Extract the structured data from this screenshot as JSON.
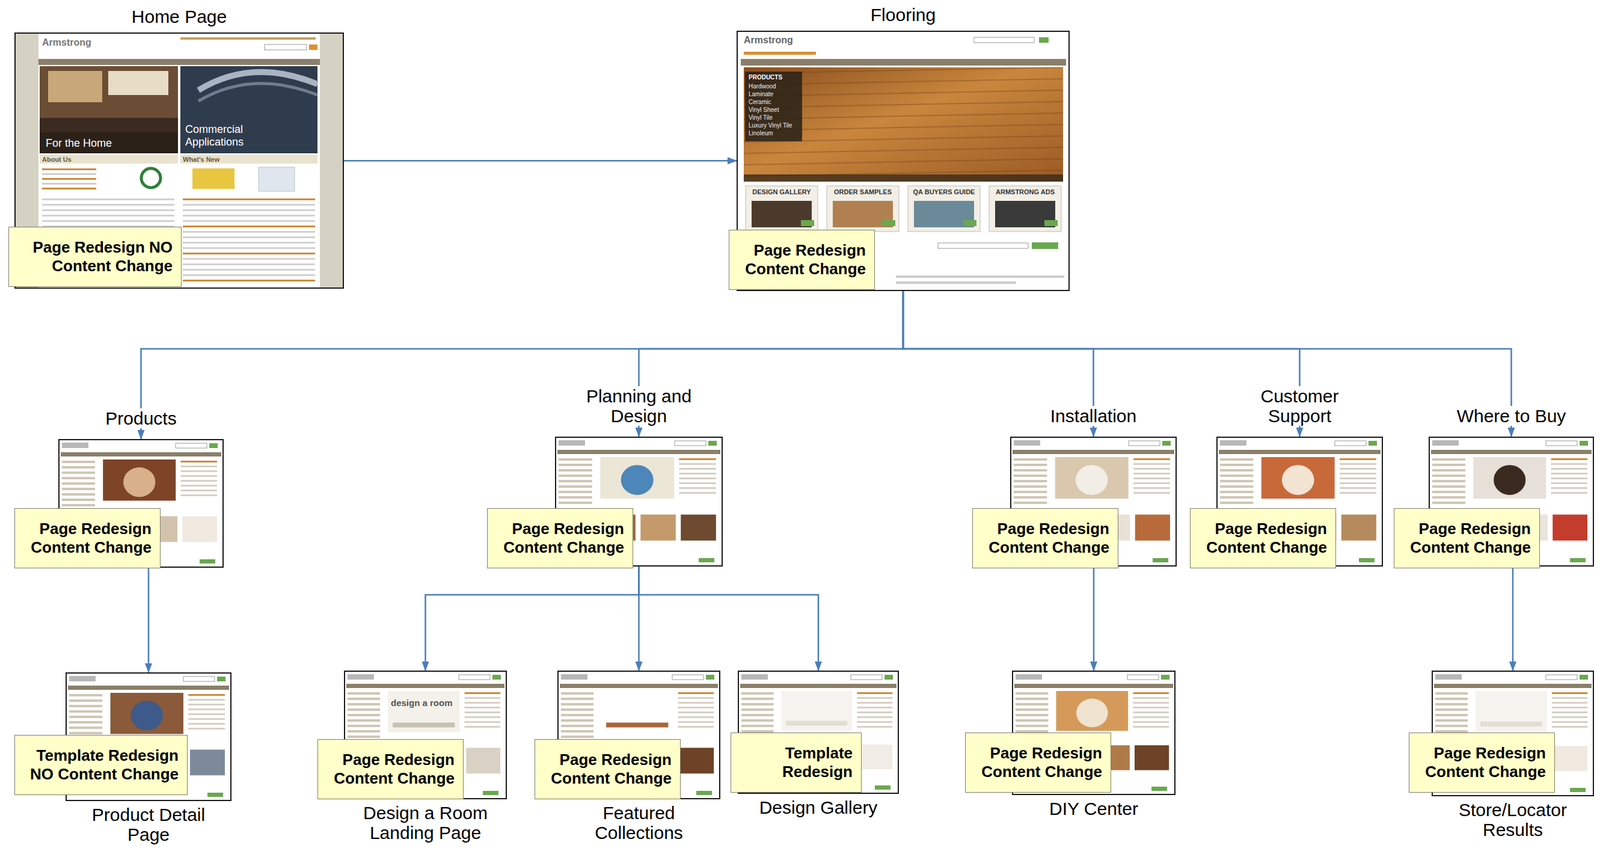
{
  "diagram": {
    "nodes": [
      {
        "text": [
          "Home Page"
        ]
      },
      {
        "text": [
          "Page Redesign NO Content Change"
        ],
        "in": 0
      },
      {
        "text": [
          "Flooring"
        ]
      },
      {
        "text": [
          "Page Redesign Content Change"
        ],
        "in": 2
      },
      {
        "text": [
          "Products"
        ]
      },
      {
        "text": [
          "Page Redesign Content Change"
        ],
        "in": 4
      },
      {
        "text": [
          "Planning and Design"
        ]
      },
      {
        "text": [
          "Page Redesign Content Change"
        ],
        "in": 6
      },
      {
        "text": [
          "Installation"
        ]
      },
      {
        "text": [
          "Page Redesign Content Change"
        ],
        "in": 8
      },
      {
        "text": [
          "Customer Support"
        ]
      },
      {
        "text": [
          "Page Redesign Content Change"
        ],
        "in": 10
      },
      {
        "text": [
          "Where to Buy"
        ]
      },
      {
        "text": [
          "Page Redesign Content Change"
        ],
        "in": 12
      },
      {
        "text": [
          "Product Detail Page"
        ]
      },
      {
        "text": [
          "Template Redesign NO Content Change"
        ],
        "in": 14
      },
      {
        "text": [
          "Design a Room Landing Page"
        ]
      },
      {
        "text": [
          "Page Redesign Content Change"
        ],
        "in": 16
      },
      {
        "text": [
          "Featured Collections"
        ]
      },
      {
        "text": [
          "Page Redesign Content Change"
        ],
        "in": 18
      },
      {
        "text": [
          "Design Gallery"
        ]
      },
      {
        "text": [
          "Template Redesign"
        ],
        "in": 20
      },
      {
        "text": [
          "DIY Center"
        ]
      },
      {
        "text": [
          "Page Redesign Content Change"
        ],
        "in": 22
      },
      {
        "text": [
          "Store/Locator Results"
        ]
      },
      {
        "text": [
          "Page Redesign Content Change"
        ],
        "in": 24
      }
    ],
    "edges": [
      {
        "from": 0,
        "to": 2,
        "arrow": "to"
      },
      {
        "from": 2,
        "to": 4,
        "arrow": "to"
      },
      {
        "from": 2,
        "to": 6,
        "arrow": "to"
      },
      {
        "from": 2,
        "to": 8,
        "arrow": "to"
      },
      {
        "from": 2,
        "to": 10,
        "arrow": "to"
      },
      {
        "from": 2,
        "to": 12,
        "arrow": "to"
      },
      {
        "from": 4,
        "to": 14,
        "arrow": "to"
      },
      {
        "from": 6,
        "to": 16,
        "arrow": "to"
      },
      {
        "from": 6,
        "to": 18,
        "arrow": "to"
      },
      {
        "from": 6,
        "to": 20,
        "arrow": "to"
      },
      {
        "from": 8,
        "to": 22,
        "arrow": "to"
      },
      {
        "from": 12,
        "to": 24,
        "arrow": "to"
      }
    ],
    "labels": [
      "Armstrong",
      "For the Home",
      "Commercial Applications",
      "About Us",
      "What's New",
      "Armstrong",
      "PRODUCTS",
      "Hardwood",
      "Laminate",
      "Ceramic",
      "Vinyl Sheet",
      "Vinyl Tile",
      "Luxury Vinyl Tile",
      "Linoleum",
      "DESIGN GALLERY",
      "ORDER SAMPLES",
      "QA BUYERS GUIDE",
      "ARMSTRONG ADS",
      "design a room"
    ]
  }
}
